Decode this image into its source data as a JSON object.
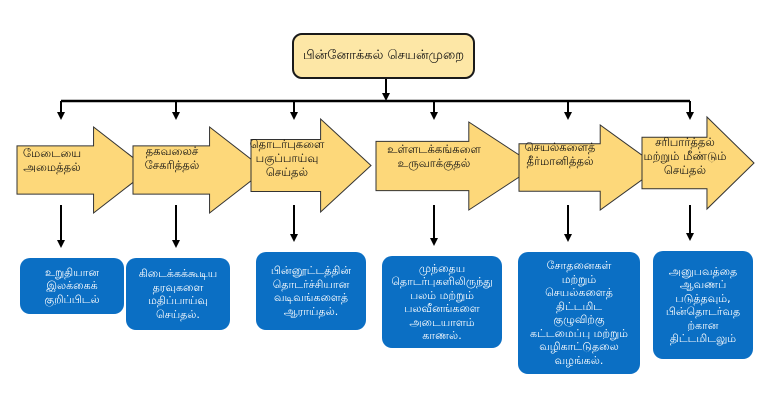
{
  "title": "பின்னோக்கல் செயன்முறை",
  "colors": {
    "title_fill": "#fde7a6",
    "arrow_fill": "#fdd87a",
    "desc_fill": "#0b6fc4",
    "line": "#000000"
  },
  "steps": [
    {
      "label": [
        "மேடையை",
        "அமைத்தல்"
      ],
      "description": [
        "உறுதியான",
        "இலக்கைக்",
        "குறிப்பிடல்"
      ]
    },
    {
      "label": [
        "தகவலைச்",
        "சேகரித்தல்"
      ],
      "description": [
        "கிடைக்கக்கூடிய",
        "தரவுகளை",
        "மதிப்பாய்வு",
        "செய்தல்."
      ]
    },
    {
      "label": [
        "தொடர்புகளை",
        "பகுப்பாய்வு",
        "செய்தல்"
      ],
      "description": [
        "பின்னூட்டத்தின்",
        "தொடர்ச்சியான",
        "வடிவங்களைத்",
        "ஆராய்தல்."
      ]
    },
    {
      "label": [
        "உள்ளடக்கங்களை",
        "உருவாக்குதல்"
      ],
      "description": [
        "முந்தைய",
        "தொடர்புகளிலிருந்து",
        "பலம் மற்றும்",
        "பலவீனங்களை",
        "அடையாளம்",
        "காணல்."
      ]
    },
    {
      "label": [
        "செயல்களைத்",
        "தீர்மானித்தல்"
      ],
      "description": [
        "சோதனைகள்",
        "மற்றும்",
        "செயல்களைத்",
        "திட்டமிட",
        "குழுவிற்கு",
        "கட்டமைப்பு மற்றும்",
        "வழிகாட்டுதலை",
        "வழங்கல்."
      ]
    },
    {
      "label": [
        "சரிபார்த்தல்",
        "மற்றும் மீண்டும்",
        "செய்தல்"
      ],
      "description": [
        "அனுபவத்தை",
        "ஆவணப்",
        "படுத்தவும்,",
        "பின்தொடர்வத",
        "ற்கான",
        "திட்டமிடலும்"
      ]
    }
  ]
}
